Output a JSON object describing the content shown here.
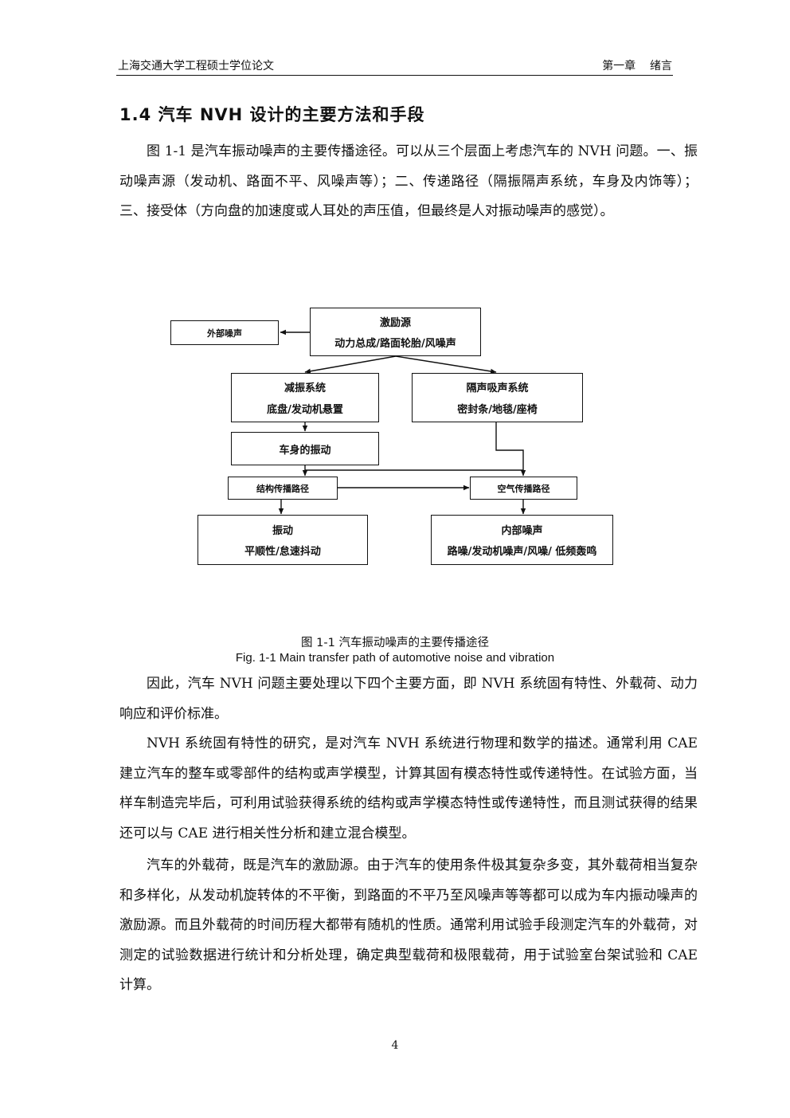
{
  "header": {
    "left": "上海交通大学工程硕士学位论文",
    "right": "第一章    绪言"
  },
  "section_title": "1.4 汽车 NVH 设计的主要方法和手段",
  "paragraphs": [
    "图 1-1 是汽车振动噪声的主要传播途径。可以从三个层面上考虑汽车的 NVH 问题。一、振动噪声源（发动机、路面不平、风噪声等）；二、传递路径（隔振隔声系统，车身及内饰等）；三、接受体（方向盘的加速度或人耳处的声压值，但最终是人对振动噪声的感觉）。",
    "因此，汽车 NVH 问题主要处理以下四个主要方面，即 NVH 系统固有特性、外载荷、动力响应和评价标准。",
    "NVH 系统固有特性的研究，是对汽车 NVH 系统进行物理和数学的描述。通常利用 CAE 建立汽车的整车或零部件的结构或声学模型，计算其固有模态特性或传递特性。在试验方面，当样车制造完毕后，可利用试验获得系统的结构或声学模态特性或传递特性，而且测试获得的结果还可以与 CAE 进行相关性分析和建立混合模型。",
    "汽车的外载荷，既是汽车的激励源。由于汽车的使用条件极其复杂多变，其外载荷相当复杂和多样化，从发动机旋转体的不平衡，到路面的不平乃至风噪声等等都可以成为车内振动噪声的激励源。而且外载荷的时间历程大都带有随机的性质。通常利用试验手段测定汽车的外载荷，对测定的试验数据进行统计和分析处理，确定典型载荷和极限载荷，用于试验室台架试验和 CAE 计算。"
  ],
  "diagram": {
    "external_noise": "外部噪声",
    "source_title": "激励源",
    "source_detail": "动力总成/路面轮胎/风噪声",
    "damping_title": "减振系统",
    "damping_detail": "底盘/发动机悬置",
    "insulation_title": "隔声吸声系统",
    "insulation_detail": "密封条/地毯/座椅",
    "body_vibration": "车身的振动",
    "structure_path": "结构传播路径",
    "air_path": "空气传播路径",
    "vibration_title": "振动",
    "vibration_detail": "平顺性/怠速抖动",
    "interior_title": "内部噪声",
    "interior_detail": "路噪/发动机噪声/风噪/ 低频轰鸣"
  },
  "figure_caption": {
    "cn": "图 1-1 汽车振动噪声的主要传播途径",
    "en": "Fig. 1-1 Main transfer path of automotive noise and vibration"
  },
  "page_number": "4"
}
